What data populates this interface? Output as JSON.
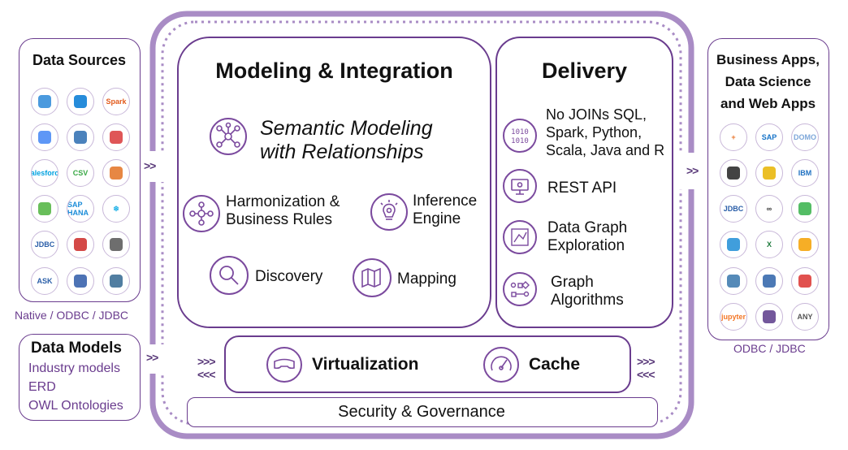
{
  "left": {
    "data_sources_title": "Data Sources",
    "native_caption": "Native / ODBC / JDBC",
    "data_models_title": "Data Models",
    "data_models_items": [
      "Industry models",
      "ERD",
      "OWL Ontologies"
    ],
    "icons": [
      {
        "name": "azure-data-lake-icon",
        "text": ""
      },
      {
        "name": "azure-icon",
        "text": ""
      },
      {
        "name": "spark-icon",
        "text": "Spark"
      },
      {
        "name": "bigquery-icon",
        "text": ""
      },
      {
        "name": "data-warehouse-icon",
        "text": ""
      },
      {
        "name": "databricks-icon",
        "text": ""
      },
      {
        "name": "salesforce-icon",
        "text": "salesforce"
      },
      {
        "name": "csv-icon",
        "text": "CSV"
      },
      {
        "name": "aws-redshift-icon",
        "text": ""
      },
      {
        "name": "mongodb-icon",
        "text": ""
      },
      {
        "name": "sap-hana-icon",
        "text": "SAP HANA"
      },
      {
        "name": "snowflake-icon",
        "text": "❄"
      },
      {
        "name": "jdbc-icon",
        "text": "JDBC"
      },
      {
        "name": "sql-server-icon",
        "text": ""
      },
      {
        "name": "dotted-data-icon",
        "text": ""
      },
      {
        "name": "ask-icon",
        "text": "ASK"
      },
      {
        "name": "db-stack-icon",
        "text": ""
      },
      {
        "name": "postgresql-icon",
        "text": ""
      }
    ]
  },
  "center": {
    "modeling_title": "Modeling & Integration",
    "semantic_line1": "Semantic Modeling",
    "semantic_line2": "with Relationships",
    "harmonization_line1": "Harmonization &",
    "harmonization_line2": "Business Rules",
    "inference_line1": "Inference",
    "inference_line2": "Engine",
    "discovery": "Discovery",
    "mapping": "Mapping",
    "delivery_title": "Delivery",
    "sql_lines": [
      "No JOINs SQL,",
      "Spark, Python,",
      "Scala, Java and R"
    ],
    "rest_api": "REST API",
    "graph_exp_line1": "Data Graph",
    "graph_exp_line2": "Exploration",
    "graph_alg_line1": "Graph",
    "graph_alg_line2": "Algorithms",
    "virtualization": "Virtualization",
    "cache": "Cache",
    "security": "Security & Governance"
  },
  "right": {
    "title_lines": [
      "Business Apps,",
      "Data Science",
      "and Web Apps"
    ],
    "caption": "ODBC / JDBC",
    "icons": [
      {
        "name": "tableau-icon",
        "text": "+"
      },
      {
        "name": "sap-icon",
        "text": "SAP"
      },
      {
        "name": "domo-icon",
        "text": "DOMO"
      },
      {
        "name": "zoomdata-icon",
        "text": ""
      },
      {
        "name": "power-bi-icon",
        "text": ""
      },
      {
        "name": "ibm-cognos-icon",
        "text": "IBM"
      },
      {
        "name": "jdbc-icon",
        "text": "JDBC"
      },
      {
        "name": "infinity-icon",
        "text": "∞"
      },
      {
        "name": "qlik-icon",
        "text": ""
      },
      {
        "name": "ring-icon",
        "text": ""
      },
      {
        "name": "excel-icon",
        "text": "X"
      },
      {
        "name": "person-icon",
        "text": ""
      },
      {
        "name": "python-icon",
        "text": ""
      },
      {
        "name": "leaf-icon",
        "text": ""
      },
      {
        "name": "scala-icon",
        "text": ""
      },
      {
        "name": "jupyter-icon",
        "text": "jupyter"
      },
      {
        "name": "laptop-icon",
        "text": ""
      },
      {
        "name": "any-icon",
        "text": "ANY"
      }
    ]
  },
  "arrows": {
    "right_double": ">>",
    "right_triple": ">>>",
    "left_triple": "<<<"
  }
}
